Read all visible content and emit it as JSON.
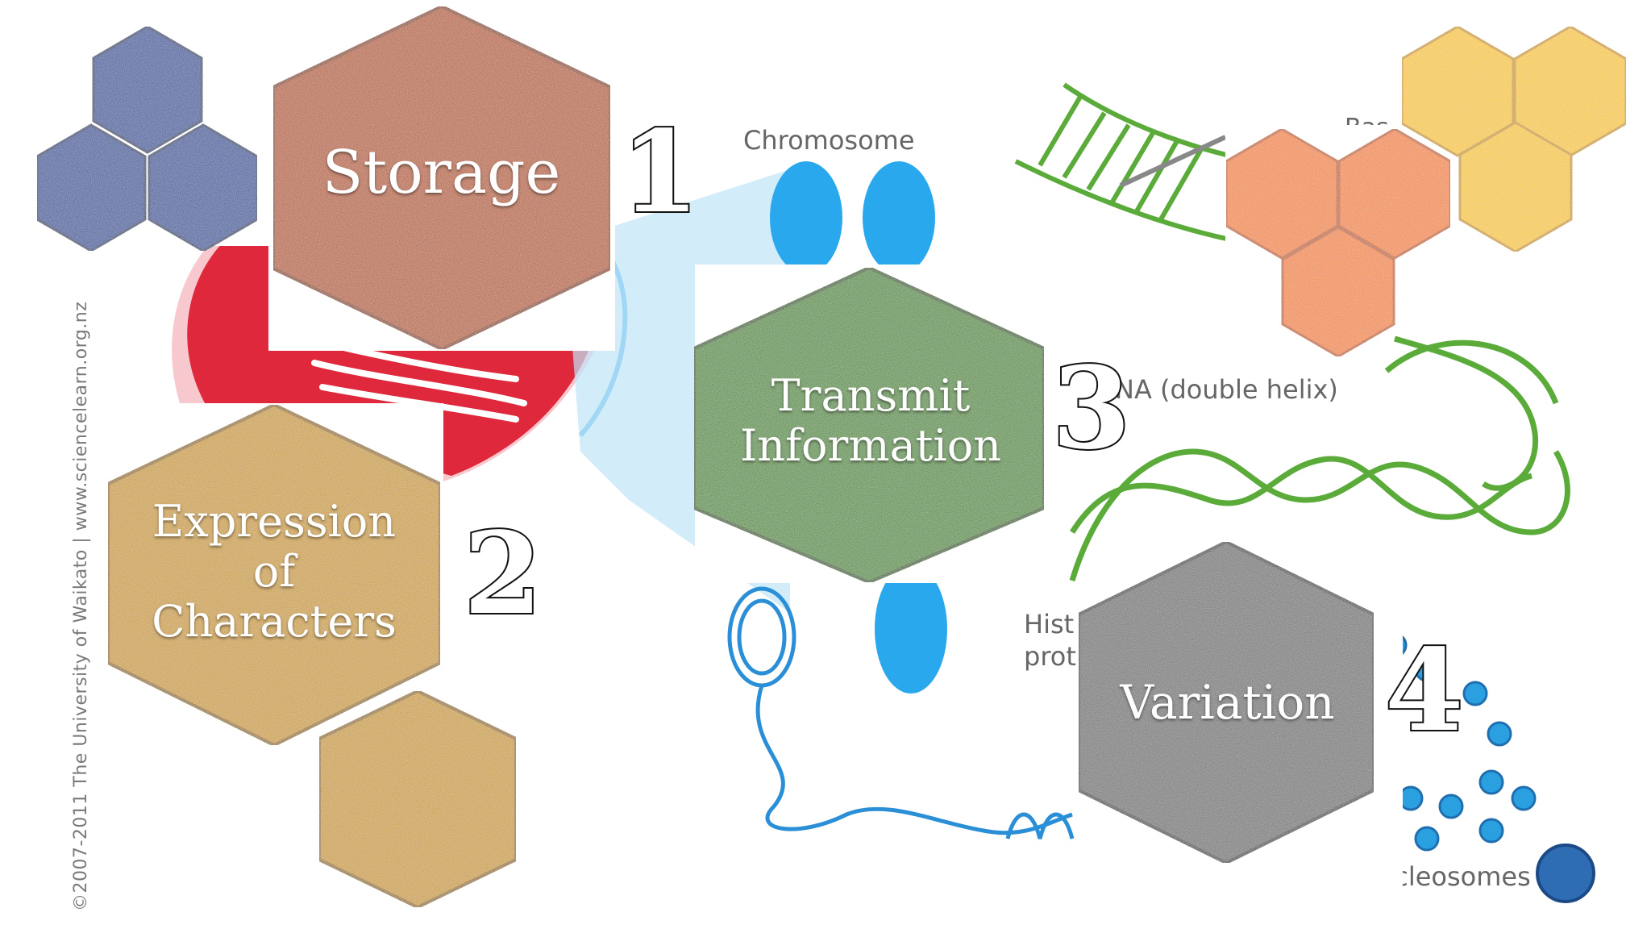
{
  "hexagons": {
    "storage": {
      "label": "Storage",
      "color": "#b5591c"
    },
    "transmit": {
      "label_line1": "Transmit",
      "label_line2": "Information",
      "color": "#4b8a2a"
    },
    "expression": {
      "label_line1": "Expression",
      "label_line2": "of",
      "label_line3": "Characters",
      "color": "#c99a1a"
    },
    "variation": {
      "label": "Variation",
      "color": "#6e6e6e"
    }
  },
  "numbers": {
    "n1": "1",
    "n2": "2",
    "n3": "3",
    "n4": "4"
  },
  "diagram_labels": {
    "chromosome": "Chromosome",
    "dna": "NA (double helix)",
    "histone_1": "Hist",
    "histone_2": "prot",
    "nucleosomes": "Nucleosomes",
    "bases_partial": "Bas"
  },
  "credit": "©2007-2011 The University of Waikato  |  www.sciencelearn.org.nz",
  "colors": {
    "blue": "#2a4f9a",
    "yellow": "#f5c518",
    "orange": "#f0832d",
    "green_helix": "#5aab3a",
    "light_blue": "#2aa0e0",
    "red_cell": "#e0283c"
  }
}
